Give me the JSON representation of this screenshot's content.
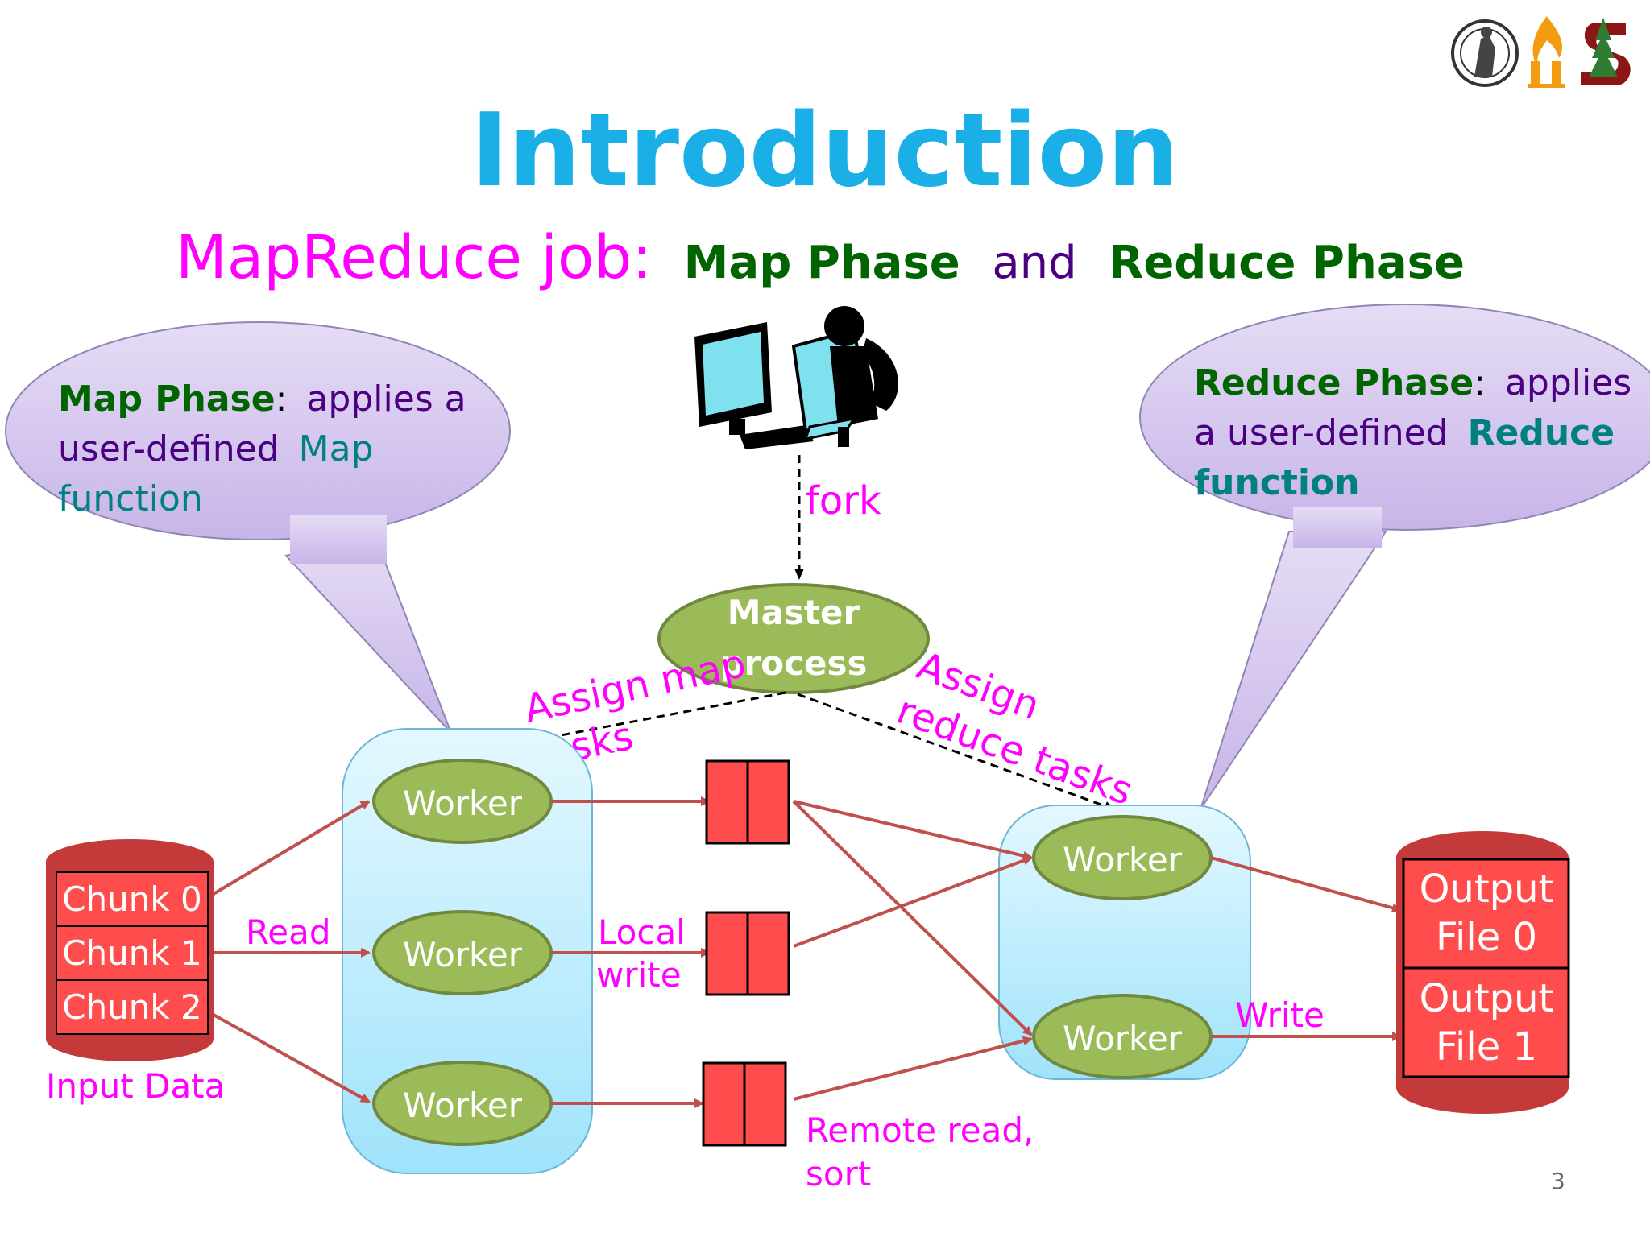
{
  "slide": {
    "title": "Introduction",
    "subtitle": {
      "prefix": "MapReduce job:",
      "map_phase": "Map Phase",
      "and": "and",
      "reduce_phase": "Reduce Phase"
    },
    "page_number": "3",
    "logos": [
      "seal-logo",
      "flame-logo",
      "stanford-logo"
    ]
  },
  "callouts": {
    "map": {
      "bold": "Map Phase",
      "colon": ":",
      "text1": "applies a",
      "text2": "user-defined",
      "highlight": "Map",
      "text3": "function"
    },
    "reduce": {
      "bold": "Reduce Phase",
      "colon": ":",
      "text1": "applies",
      "text2": "a user-defined",
      "highlight": "Reduce",
      "text3": "function"
    }
  },
  "diagram": {
    "user_icon": "user-at-computer-icon",
    "fork_label": "fork",
    "master": {
      "line1": "Master",
      "line2": "process"
    },
    "assign_map": {
      "line1": "Assign map",
      "line2": "tasks"
    },
    "assign_reduce": {
      "line1": "Assign",
      "line2": "reduce tasks"
    },
    "input_chunks": [
      "Chunk 0",
      "Chunk 1",
      "Chunk 2"
    ],
    "input_label": "Input Data",
    "read_label": "Read",
    "map_workers": [
      "Worker",
      "Worker",
      "Worker"
    ],
    "local_write": {
      "line1": "Local",
      "line2": "write"
    },
    "remote_read": {
      "line1": "Remote read,",
      "line2": "sort"
    },
    "reduce_workers": [
      "Worker",
      "Worker"
    ],
    "write_label": "Write",
    "outputs": [
      {
        "line1": "Output",
        "line2": "File 0"
      },
      {
        "line1": "Output",
        "line2": "File 1"
      }
    ]
  },
  "colors": {
    "title": "#1aafe6",
    "magenta": "#ff00ff",
    "dark_green": "#006400",
    "purple": "#4b0082",
    "teal": "#008080",
    "worker_fill": "#9bbb59",
    "worker_stroke": "#71893f",
    "red_fill": "#ff4d4d",
    "arrow": "#c0504d",
    "callout_fill": "#d9cdf0",
    "pool_fill": "#c6efff"
  }
}
